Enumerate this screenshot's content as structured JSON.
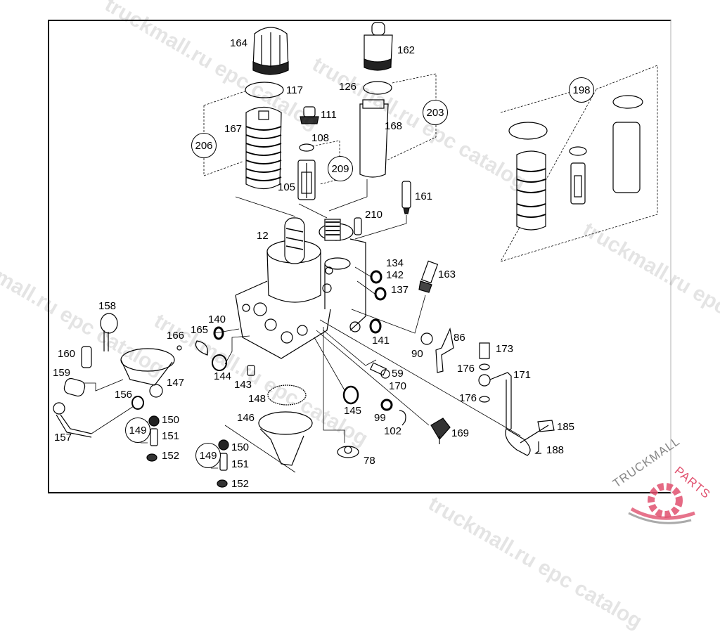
{
  "diagram": {
    "type": "exploded parts diagram",
    "part_labels": [
      {
        "id": "p164",
        "text": "164"
      },
      {
        "id": "p162",
        "text": "162"
      },
      {
        "id": "p117",
        "text": "117"
      },
      {
        "id": "p126",
        "text": "126"
      },
      {
        "id": "p111",
        "text": "111"
      },
      {
        "id": "p167",
        "text": "167"
      },
      {
        "id": "p168",
        "text": "168"
      },
      {
        "id": "p108",
        "text": "108"
      },
      {
        "id": "p105",
        "text": "105"
      },
      {
        "id": "p161",
        "text": "161"
      },
      {
        "id": "p210",
        "text": "210"
      },
      {
        "id": "p12",
        "text": "12"
      },
      {
        "id": "p134",
        "text": "134"
      },
      {
        "id": "p142",
        "text": "142"
      },
      {
        "id": "p137",
        "text": "137"
      },
      {
        "id": "p163",
        "text": "163"
      },
      {
        "id": "p141",
        "text": "141"
      },
      {
        "id": "p86",
        "text": "86"
      },
      {
        "id": "p90",
        "text": "90"
      },
      {
        "id": "p173",
        "text": "173"
      },
      {
        "id": "p176a",
        "text": "176"
      },
      {
        "id": "p171",
        "text": "171"
      },
      {
        "id": "p176b",
        "text": "176"
      },
      {
        "id": "p59",
        "text": "59"
      },
      {
        "id": "p170",
        "text": "170"
      },
      {
        "id": "p158",
        "text": "158"
      },
      {
        "id": "p166",
        "text": "166"
      },
      {
        "id": "p165",
        "text": "165"
      },
      {
        "id": "p140",
        "text": "140"
      },
      {
        "id": "p160",
        "text": "160"
      },
      {
        "id": "p159",
        "text": "159"
      },
      {
        "id": "p147",
        "text": "147"
      },
      {
        "id": "p144",
        "text": "144"
      },
      {
        "id": "p143",
        "text": "143"
      },
      {
        "id": "p156",
        "text": "156"
      },
      {
        "id": "p148",
        "text": "148"
      },
      {
        "id": "p145",
        "text": "145"
      },
      {
        "id": "p157",
        "text": "157"
      },
      {
        "id": "p150a",
        "text": "150"
      },
      {
        "id": "p151a",
        "text": "151"
      },
      {
        "id": "p152a",
        "text": "152"
      },
      {
        "id": "p146",
        "text": "146"
      },
      {
        "id": "p99",
        "text": "99"
      },
      {
        "id": "p102",
        "text": "102"
      },
      {
        "id": "p169",
        "text": "169"
      },
      {
        "id": "p185",
        "text": "185"
      },
      {
        "id": "p188",
        "text": "188"
      },
      {
        "id": "p150b",
        "text": "150"
      },
      {
        "id": "p151b",
        "text": "151"
      },
      {
        "id": "p152b",
        "text": "152"
      },
      {
        "id": "p78",
        "text": "78"
      }
    ],
    "kit_callouts": [
      {
        "id": "k206",
        "text": "206"
      },
      {
        "id": "k203",
        "text": "203"
      },
      {
        "id": "k209",
        "text": "209"
      },
      {
        "id": "k198",
        "text": "198"
      },
      {
        "id": "k149a",
        "text": "149"
      },
      {
        "id": "k149b",
        "text": "149"
      }
    ]
  },
  "watermarks": [
    "truckmall.ru epc catalog"
  ],
  "logo": {
    "brand_part1": "TRUCKMALL",
    "brand_part2": "PARTS",
    "accent_color": "#e0506e",
    "gray_color": "#888888"
  }
}
